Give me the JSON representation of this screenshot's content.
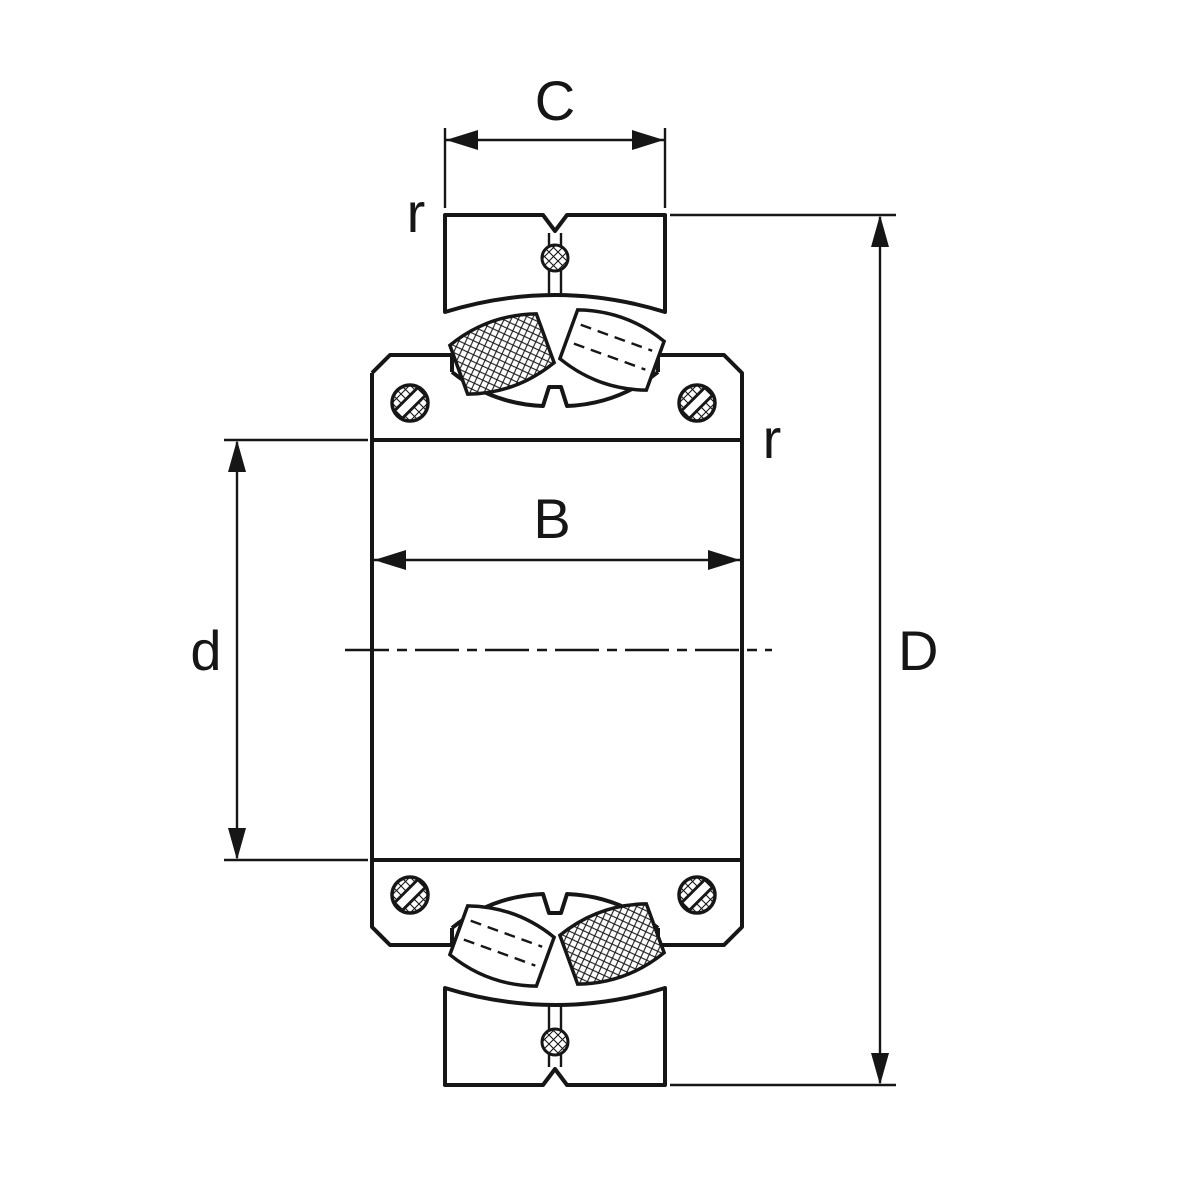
{
  "drawing": {
    "type": "technical-drawing",
    "subject": "Spherical roller bearing cross-section with dimension annotations",
    "labels": {
      "outer_ring_width": "C",
      "chamfer_top": "r",
      "inner_ring_width": "B",
      "bore_diameter": "d",
      "outside_diameter": "D",
      "chamfer_right": "r"
    },
    "colors": {
      "line": "#161616",
      "background": "#ffffff"
    }
  }
}
